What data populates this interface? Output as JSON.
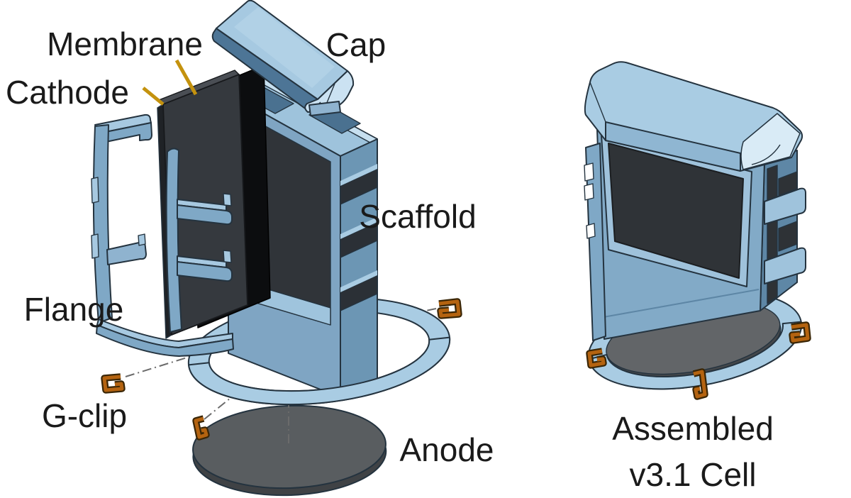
{
  "figure": {
    "type": "exploded-assembly-diagram",
    "subject": "Electrochemical cell CAD rendering, exploded parts view beside assembled view"
  },
  "labels": {
    "membrane": "Membrane",
    "cap": "Cap",
    "cathode": "Cathode",
    "scaffold": "Scaffold",
    "flange": "Flange",
    "g_clip": "G-clip",
    "anode": "Anode"
  },
  "caption": {
    "line1": "Assembled",
    "line2": "v3.1 Cell"
  },
  "palette": {
    "cad_blue_light": "#A9CCE3",
    "cad_blue_highlight": "#D9EBF6",
    "cad_blue_face": "#82AAC7",
    "cad_blue_mid": "#7FA8C6",
    "cad_blue_side": "#5E87A6",
    "cad_blue_deep": "#4D7596",
    "outline": "#24333F",
    "cathode_gray": "#35393E",
    "membrane_black": "#0C0D0F",
    "window_dark": "#2F3337",
    "anode_gray": "#595D60",
    "anode_side": "#3F4245",
    "clip_orange": "#B46310",
    "leader_gold": "#C4920E",
    "construction_gray": "#6B6B6B",
    "text": "#1A1A1A"
  }
}
